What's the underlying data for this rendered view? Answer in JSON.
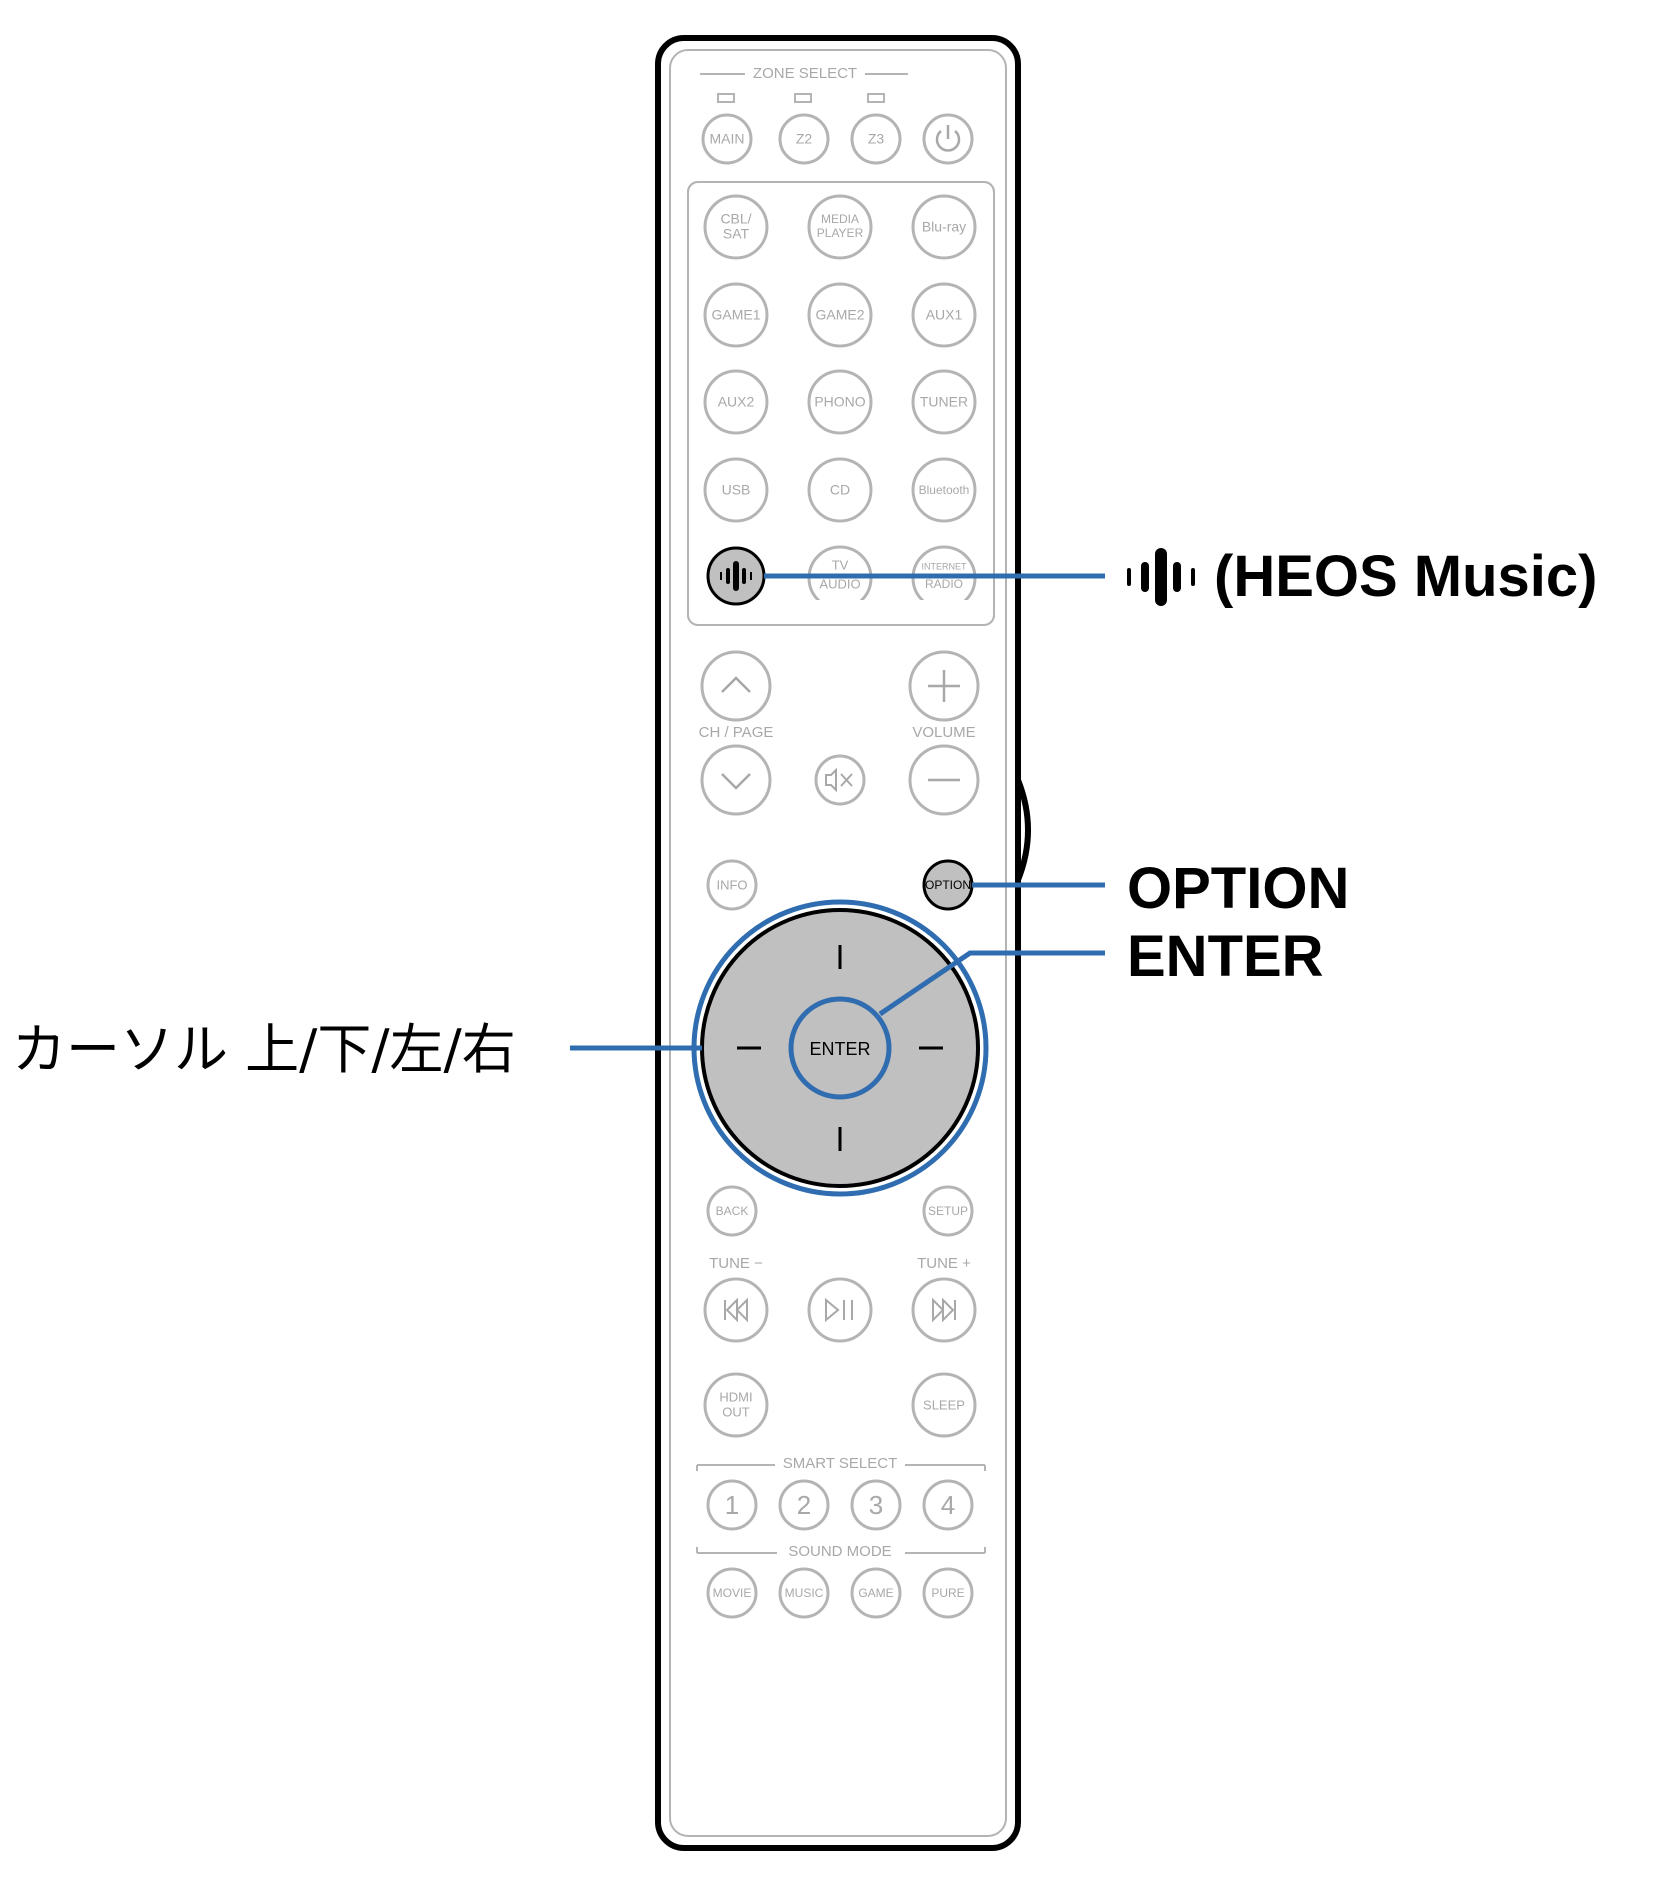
{
  "zone_select": {
    "label": "ZONE SELECT",
    "buttons": [
      "MAIN",
      "Z2",
      "Z3"
    ],
    "power_icon": "power-icon"
  },
  "sources": {
    "rows": [
      [
        "CBL/ SAT",
        "MEDIA PLAYER",
        "Blu-ray"
      ],
      [
        "GAME1",
        "GAME2",
        "AUX1"
      ],
      [
        "AUX2",
        "PHONO",
        "TUNER"
      ],
      [
        "USB",
        "CD",
        "Bluetooth"
      ]
    ],
    "last_row": {
      "heos_icon": "heos-icon",
      "tv_audio": "TV AUDIO",
      "internet_radio": "INTERNET RADIO"
    }
  },
  "volume_block": {
    "ch_page": "CH / PAGE",
    "volume": "VOLUME",
    "mute_icon": "mute-icon"
  },
  "info": "INFO",
  "option": "OPTION",
  "enter": "ENTER",
  "back": "BACK",
  "setup": "SETUP",
  "tune_minus": "TUNE −",
  "tune_plus": "TUNE +",
  "hdmi_out": "HDMI OUT",
  "sleep": "SLEEP",
  "smart_select": {
    "label": "SMART SELECT",
    "buttons": [
      "1",
      "2",
      "3",
      "4"
    ]
  },
  "sound_mode": {
    "label": "SOUND MODE",
    "buttons": [
      "MOVIE",
      "MUSIC",
      "GAME",
      "PURE"
    ]
  },
  "callouts": {
    "heos": "(HEOS Music)",
    "option": "OPTION",
    "enter": "ENTER",
    "cursor": "カーソル 上/下/左/右"
  },
  "colors": {
    "callout_blue": "#2f6db0",
    "button_gray": "#b4b4b4",
    "highlight_fill": "#c0c0c0"
  }
}
